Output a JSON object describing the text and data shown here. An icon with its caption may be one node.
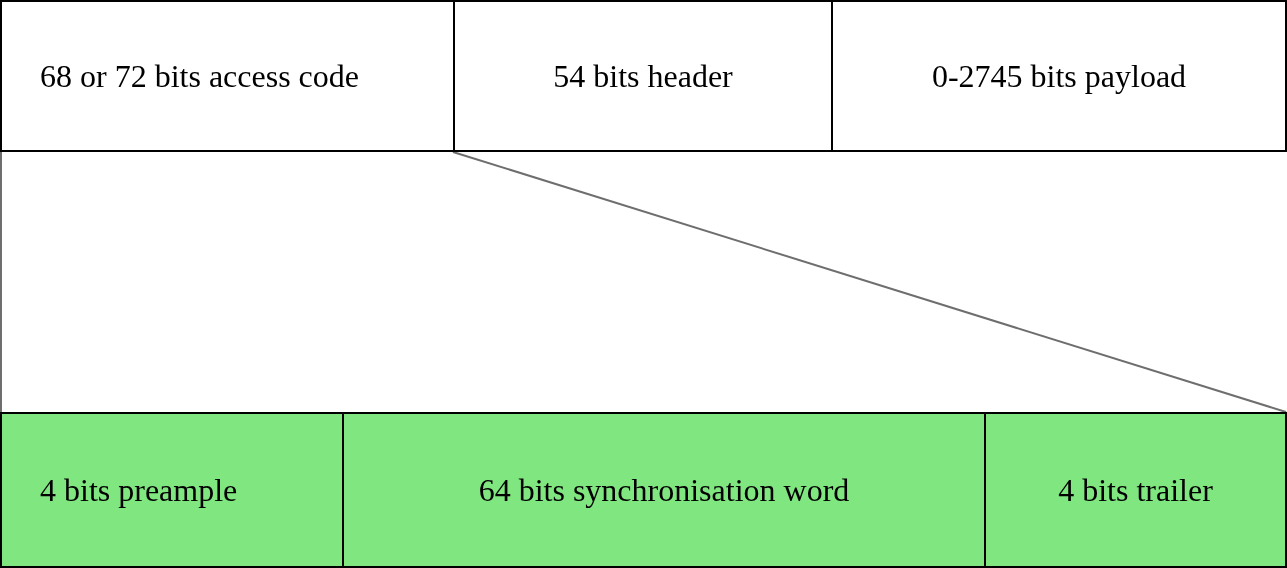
{
  "diagram": {
    "nodes": [
      {
        "text": [
          "68 or 72 bits access code"
        ]
      },
      {
        "text": [
          "54 bits header"
        ]
      },
      {
        "text": [
          "0-2745 bits payload"
        ]
      },
      {
        "text": [
          "4 bits preample"
        ]
      },
      {
        "text": [
          "64 bits synchronisation word"
        ]
      },
      {
        "text": [
          "4 bits trailer"
        ]
      }
    ],
    "edges": [
      {
        "from": 0,
        "to": 3,
        "arrow": "none"
      },
      {
        "from": 0,
        "to": 5,
        "arrow": "none"
      }
    ]
  }
}
